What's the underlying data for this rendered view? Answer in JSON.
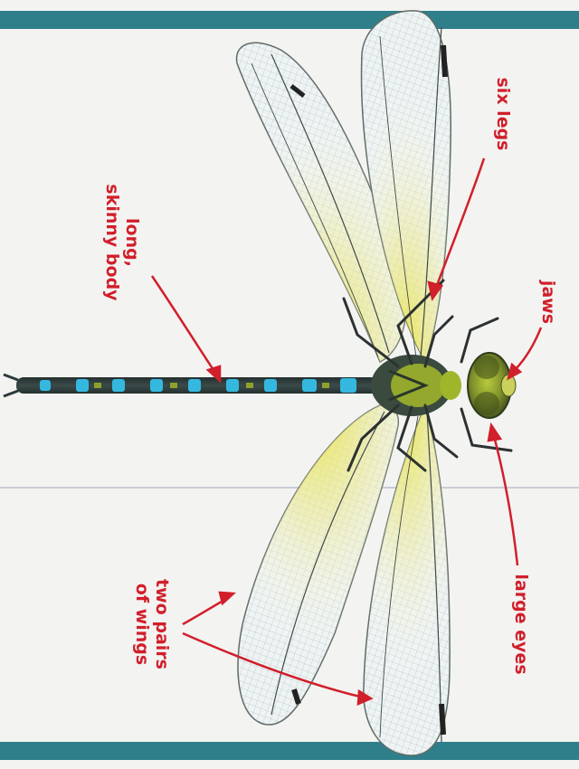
{
  "diagram": {
    "labels": {
      "six_legs": "six legs",
      "jaws": "jaws",
      "long_skinny_body": "long,\nskinny body",
      "large_eyes": "large eyes",
      "two_pairs_of_wings": "two pairs\nof wings"
    },
    "colors": {
      "label": "#d11f2b",
      "band": "#2f7f8b",
      "body_blue": "#35b8e0",
      "body_dark": "#2b3a3a",
      "thorax_green": "#a5b82a",
      "wing_yellow": "#e8e44a",
      "wing_vein": "#6f7c78"
    }
  }
}
